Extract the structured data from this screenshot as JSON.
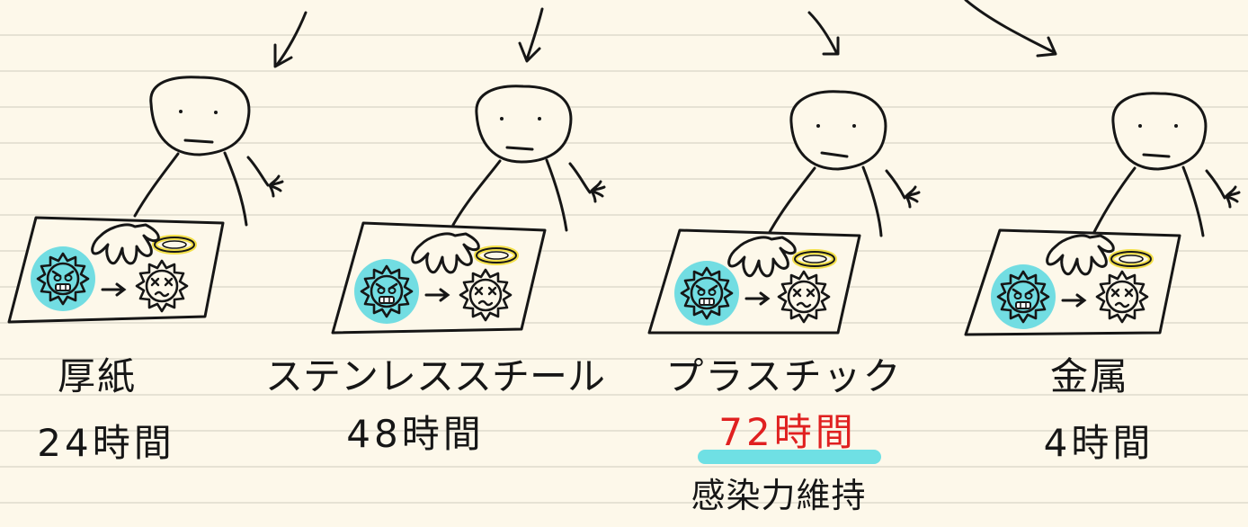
{
  "panels": [
    {
      "material": "厚紙",
      "duration": "24時間"
    },
    {
      "material": "ステンレススチール",
      "duration": "48時間"
    },
    {
      "material": "プラスチック",
      "duration": "72時間",
      "note": "感染力維持"
    },
    {
      "material": "金属",
      "duration": "4時間"
    }
  ],
  "colors": {
    "background": "#fdf8ea",
    "ruled_line": "#e6e2d4",
    "ink": "#161616",
    "virus_glow": "#72dde2",
    "halo": "#f3e04a",
    "emphasis_text": "#e02020",
    "emphasis_highlight": "#6fe0e4"
  },
  "icons": [
    "arrow-icon",
    "person-icon",
    "hand-icon",
    "virus-active-icon",
    "virus-dead-icon",
    "halo-icon"
  ]
}
